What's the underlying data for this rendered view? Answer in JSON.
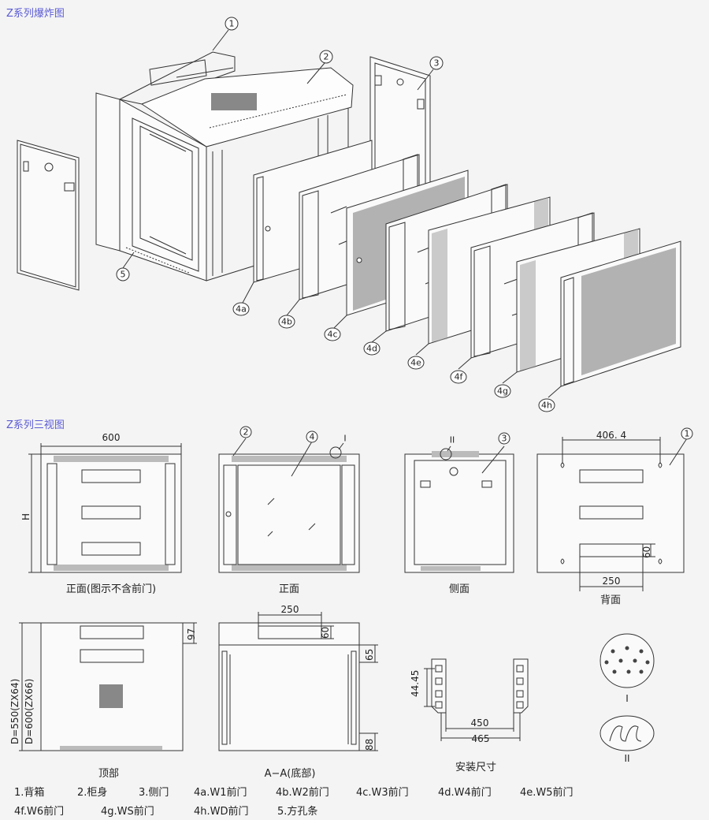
{
  "headings": {
    "exploded": "Z系列爆炸图",
    "three_view": "Z系列三视图"
  },
  "exploded": {
    "callouts": [
      "1",
      "2",
      "3",
      "5"
    ],
    "panel_tags": [
      "4a",
      "4b",
      "4c",
      "4d",
      "4e",
      "4f",
      "4g",
      "4h"
    ]
  },
  "views": {
    "front_no_door": "正面(图示不含前门)",
    "front": "正面",
    "side": "侧面",
    "back": "背面",
    "top": "顶部",
    "section": "A−A(底部)",
    "mount": "安装尺寸"
  },
  "dims": {
    "width": "600",
    "height": "H",
    "hole_spacing": "406. 4",
    "back_250": "250",
    "back_60": "60",
    "top_97": "97",
    "depth_a": "D=550(ZX64)",
    "depth_b": "D=600(ZX66)",
    "sec_250": "250",
    "sec_60": "60",
    "sec_65": "65",
    "sec_88": "88",
    "rail_pitch": "44.45",
    "rail_450": "450",
    "rail_465": "465"
  },
  "marks": {
    "front_2": "2",
    "front_4": "4",
    "front_I": "I",
    "side_II": "II",
    "side_3": "3",
    "back_1": "1",
    "detail_I": "I",
    "detail_II": "II"
  },
  "legend": [
    "1.背箱",
    "2.柜身",
    "3.侧门",
    "4a.W1前门",
    "4b.W2前门",
    "4c.W3前门",
    "4d.W4前门",
    "4e.W5前门",
    "4f.W6前门",
    "4g.WS前门",
    "4h.WD前门",
    "5.方孔条"
  ]
}
